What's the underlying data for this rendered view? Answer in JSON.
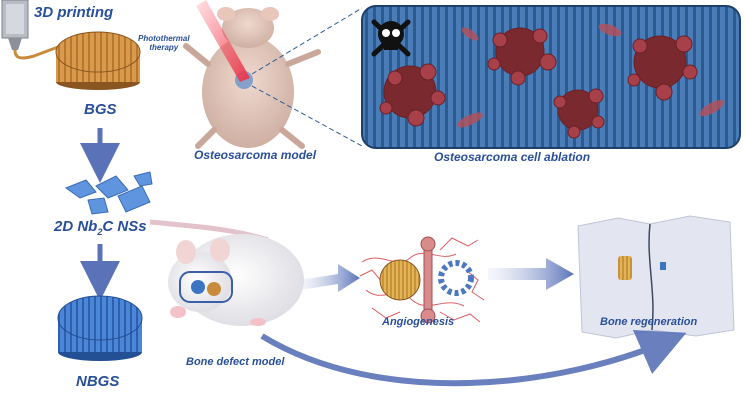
{
  "labels": {
    "printing": "3D printing",
    "photothermal_line1": "Photothermal",
    "photothermal_line2": "therapy",
    "bgs": "BGS",
    "osteosarcoma_model": "Osteosarcoma model",
    "cell_ablation": "Osteosarcoma cell ablation",
    "nanosheets_prefix": "2D Nb",
    "nanosheets_sub": "2",
    "nanosheets_suffix": "C NSs",
    "nbgs": "NBGS",
    "bone_defect_model": "Bone defect model",
    "angiogenesis": "Angiogenesis",
    "bone_regeneration": "Bone regeneration"
  },
  "colors": {
    "label_text": "#2a4f9a",
    "arrow": "#5a72b8",
    "bgs_scaffold": "#c98a3c",
    "nbgs_scaffold": "#3c74c4",
    "cell_panel": "#2f5d93",
    "cancer_cell": "#b04a4e",
    "laser": "#e8364a",
    "vessel": "#d8414b",
    "tissue": "#e3e6f0"
  },
  "icons": [
    "skull-crossbones-icon",
    "syringe-printer-icon",
    "mouse-icon",
    "rat-icon",
    "bone-icon"
  ]
}
